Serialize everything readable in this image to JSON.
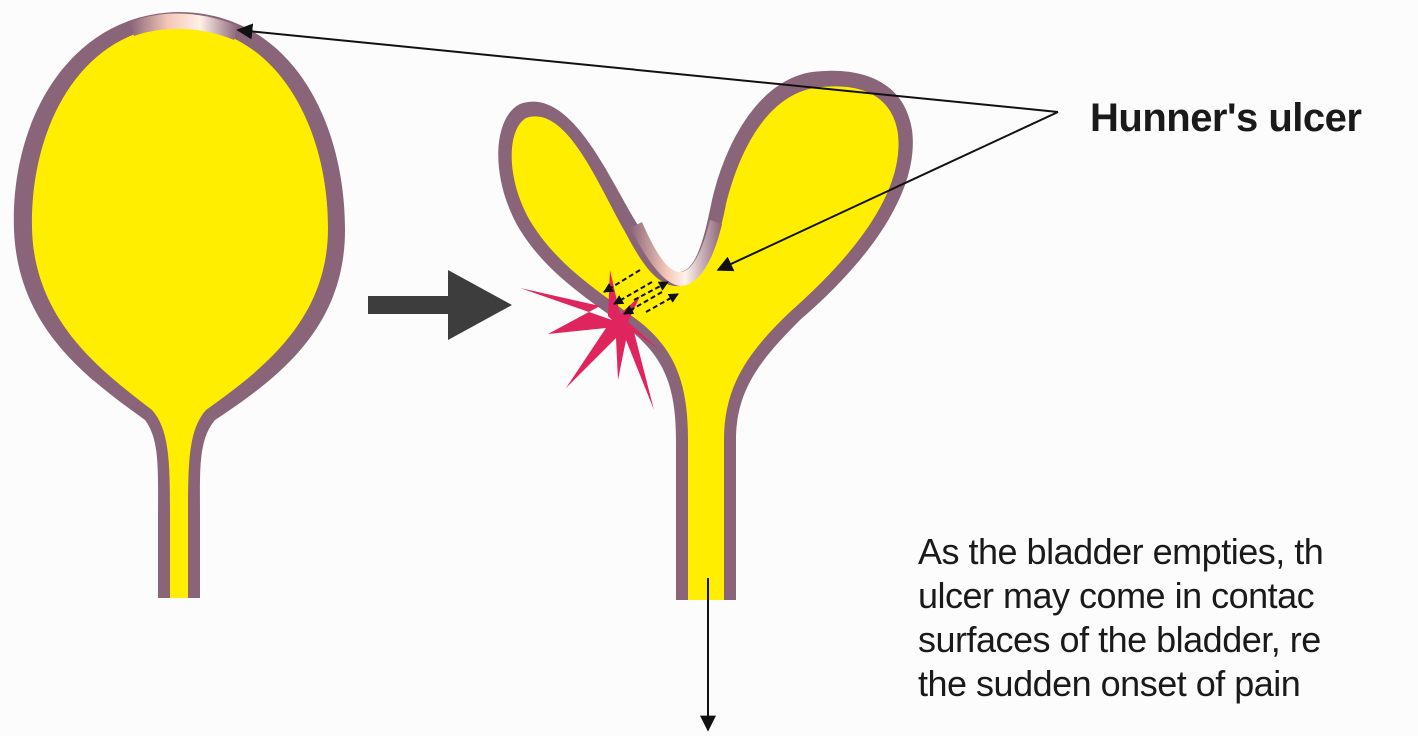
{
  "labels": {
    "ulcer": "Hunner's ulcer"
  },
  "caption": {
    "lines": [
      "As the bladder empties, th",
      "ulcer may come in contac",
      "surfaces of the bladder, re",
      "the sudden onset of pain"
    ]
  },
  "colors": {
    "bladder_fill": "#ffee00",
    "bladder_wall": "#8a6478",
    "ulcer": "#f3c7b8",
    "pain_burst": "#e0245e",
    "arrow": "#3d3d3d",
    "line": "#111111"
  }
}
